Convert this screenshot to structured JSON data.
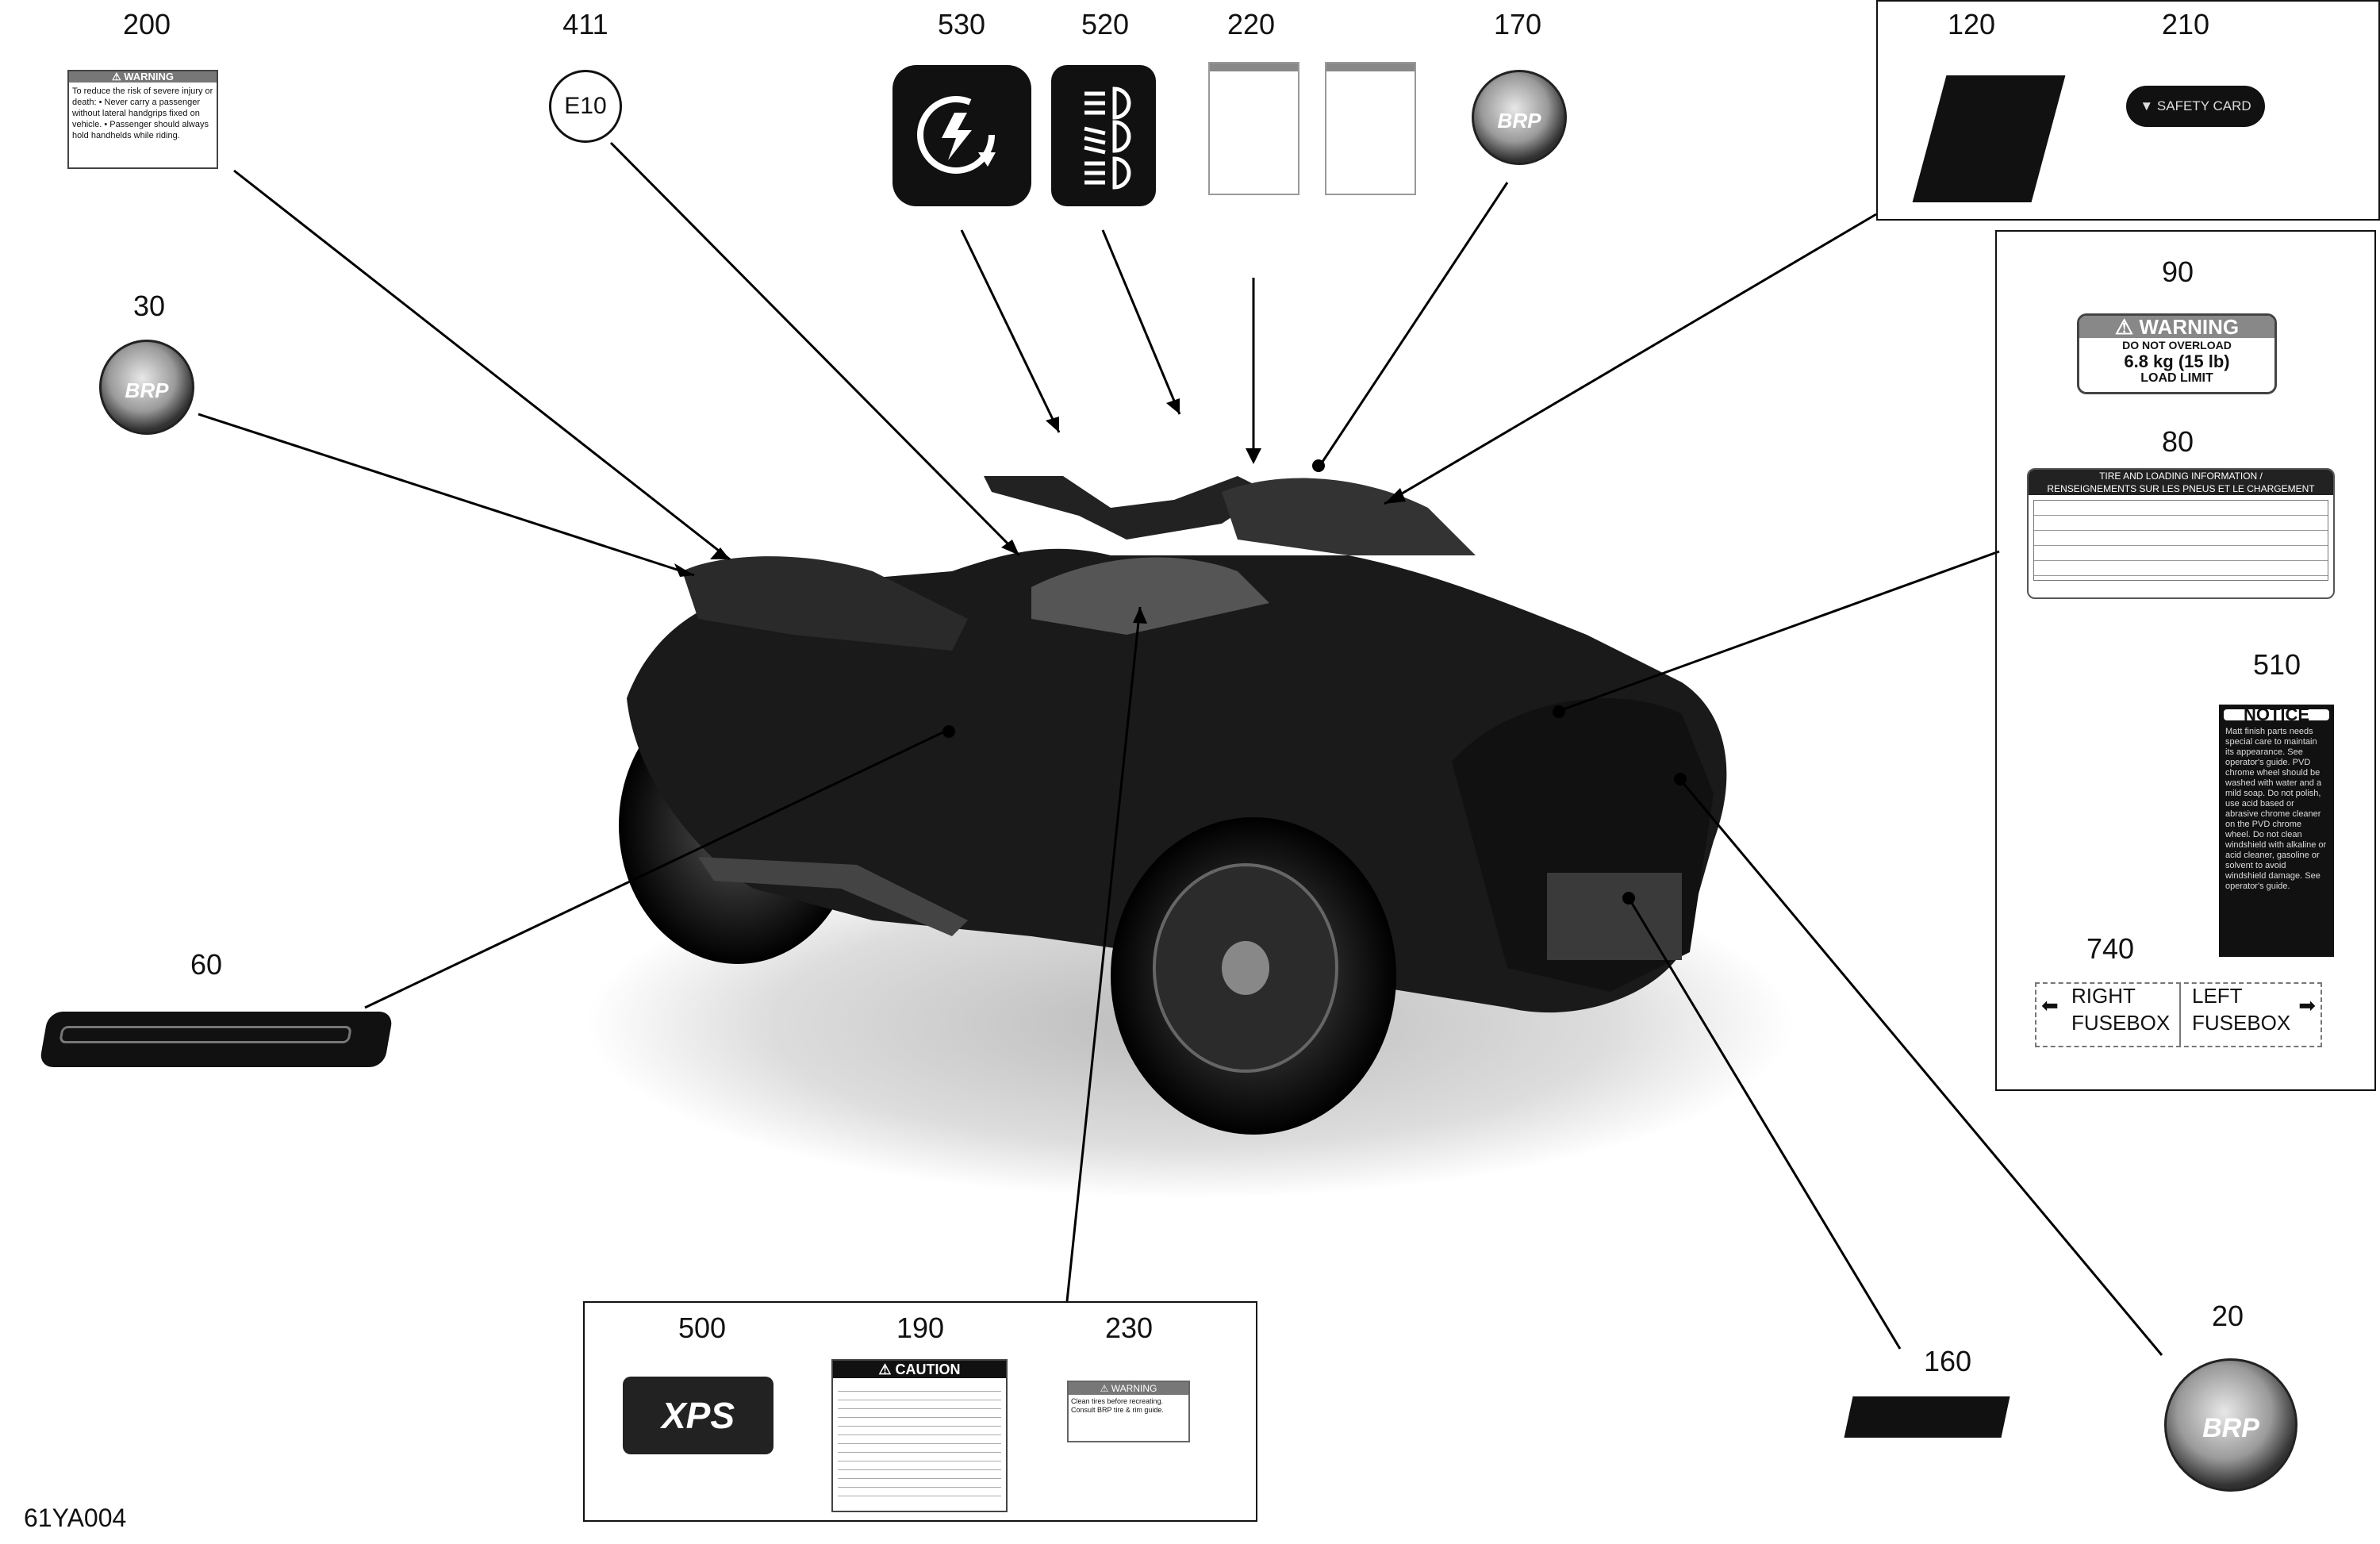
{
  "diagram": {
    "code": "61YA004",
    "callouts": [
      "200",
      "411",
      "530",
      "520",
      "220",
      "170",
      "120",
      "210",
      "30",
      "90",
      "80",
      "510",
      "740",
      "60",
      "500",
      "190",
      "230",
      "160",
      "20"
    ],
    "texts": {
      "e10": "E10",
      "brp": "BRP",
      "safety_card": "▼ SAFETY CARD",
      "warning_200_title": "⚠ WARNING",
      "warning_200_body": "To reduce the risk of severe injury or death: • Never carry a passenger without lateral handgrips fixed on vehicle. • Passenger should always hold handhelds while riding.",
      "warning_90_title": "⚠ WARNING",
      "warning_90_line1": "DO NOT OVERLOAD",
      "warning_90_line2": "6.8 kg (15 lb)",
      "warning_90_line3": "LOAD LIMIT",
      "tire_title1": "TIRE AND LOADING INFORMATION /",
      "tire_title2": "RENSEIGNEMENTS SUR LES PNEUS ET LE CHARGEMENT",
      "notice_title": "NOTICE",
      "notice_body": "Matt finish parts needs special care to maintain its appearance. See operator's guide. PVD chrome wheel should be washed with water and a mild soap. Do not polish, use acid based or abrasive chrome cleaner on the PVD chrome wheel. Do not clean windshield with alkaline or acid cleaner, gasoline or solvent to avoid windshield damage. See operator's guide.",
      "right": "RIGHT",
      "left": "LEFT",
      "fusebox": "FUSEBOX",
      "xps": "XPS",
      "caution_title": "⚠ CAUTION",
      "warning_230_title": "⚠ WARNING",
      "warning_230_body": "Clean tires before recreating. Consult BRP tire & rim guide."
    }
  }
}
